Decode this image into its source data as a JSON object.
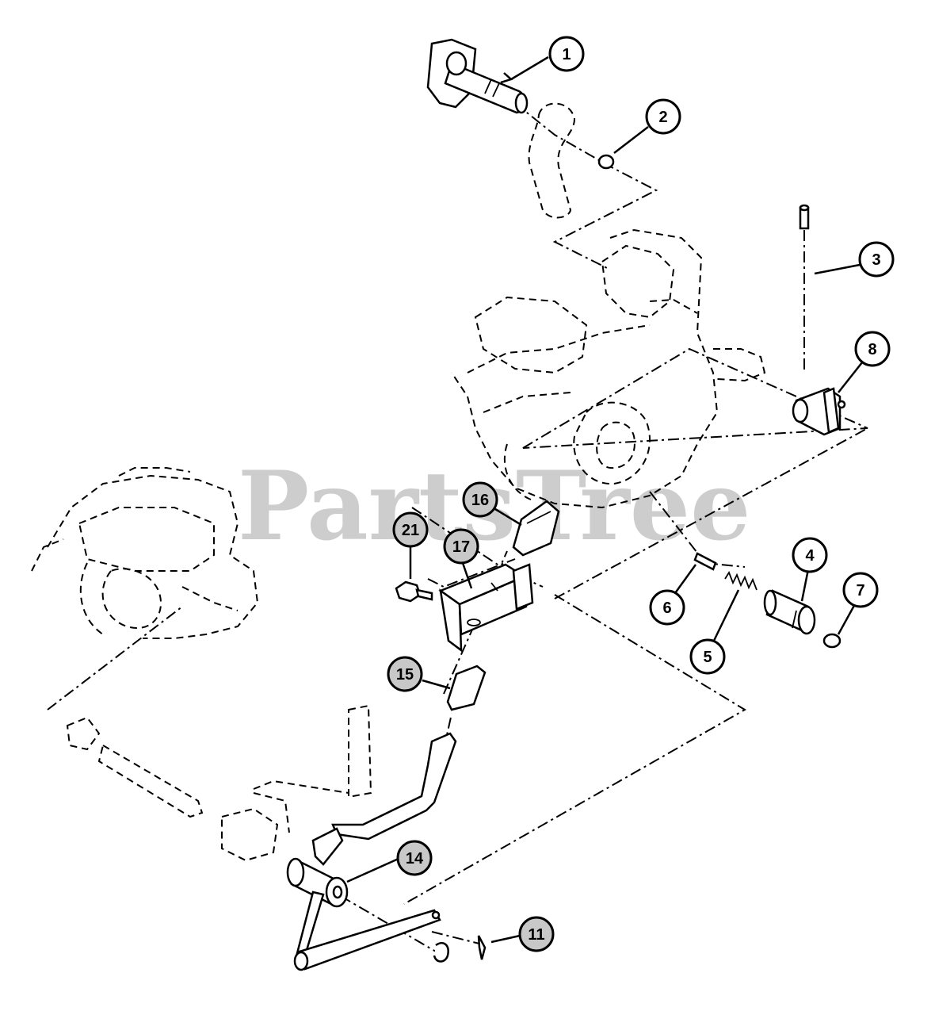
{
  "watermark": "PartsTree",
  "callouts": [
    {
      "label": "1",
      "style": "white"
    },
    {
      "label": "2",
      "style": "white"
    },
    {
      "label": "3",
      "style": "white"
    },
    {
      "label": "8",
      "style": "white"
    },
    {
      "label": "16",
      "style": "gray"
    },
    {
      "label": "21",
      "style": "gray"
    },
    {
      "label": "17",
      "style": "gray"
    },
    {
      "label": "4",
      "style": "white"
    },
    {
      "label": "7",
      "style": "white"
    },
    {
      "label": "6",
      "style": "white"
    },
    {
      "label": "5",
      "style": "white"
    },
    {
      "label": "15",
      "style": "gray"
    },
    {
      "label": "14",
      "style": "gray"
    },
    {
      "label": "11",
      "style": "gray"
    }
  ]
}
